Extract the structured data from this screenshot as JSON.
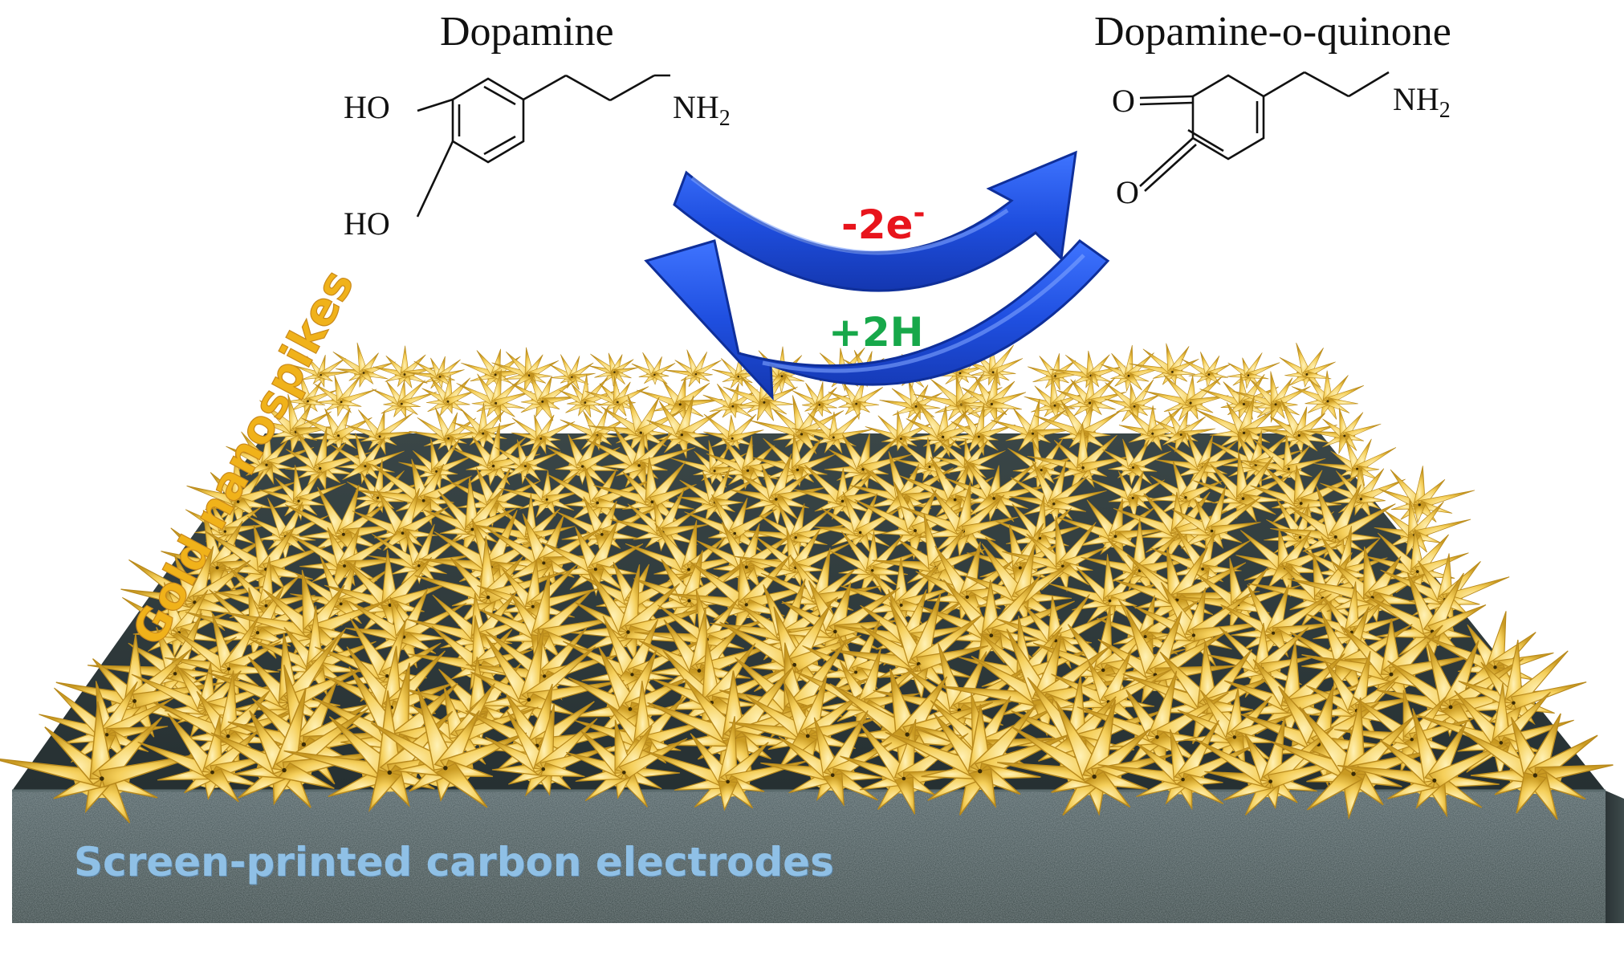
{
  "reactant": {
    "name": "Dopamine",
    "groups": {
      "hydroxyl_top": "HO",
      "hydroxyl_bottom": "HO",
      "amine": "NH",
      "amine_sub": "2"
    }
  },
  "product": {
    "name": "Dopamine-o-quinone",
    "groups": {
      "oxygen_top": "O",
      "oxygen_bottom": "O",
      "amine": "NH",
      "amine_sub": "2"
    }
  },
  "reaction": {
    "oxidation_main": "-2e",
    "oxidation_sup": "-",
    "proton": "+2H",
    "arrow_color": "#1f4fe0"
  },
  "labels": {
    "nanospikes": "Gold nanospikes",
    "electrode": "Screen-printed carbon electrodes"
  },
  "colors": {
    "oxidation_text": "#e8141c",
    "proton_text": "#17a84a",
    "gold": "#f2c94c",
    "nanospike_label": "#f0b21a",
    "electrode_label": "#8fc0e6",
    "electrode_body": "#3c4a4c"
  }
}
